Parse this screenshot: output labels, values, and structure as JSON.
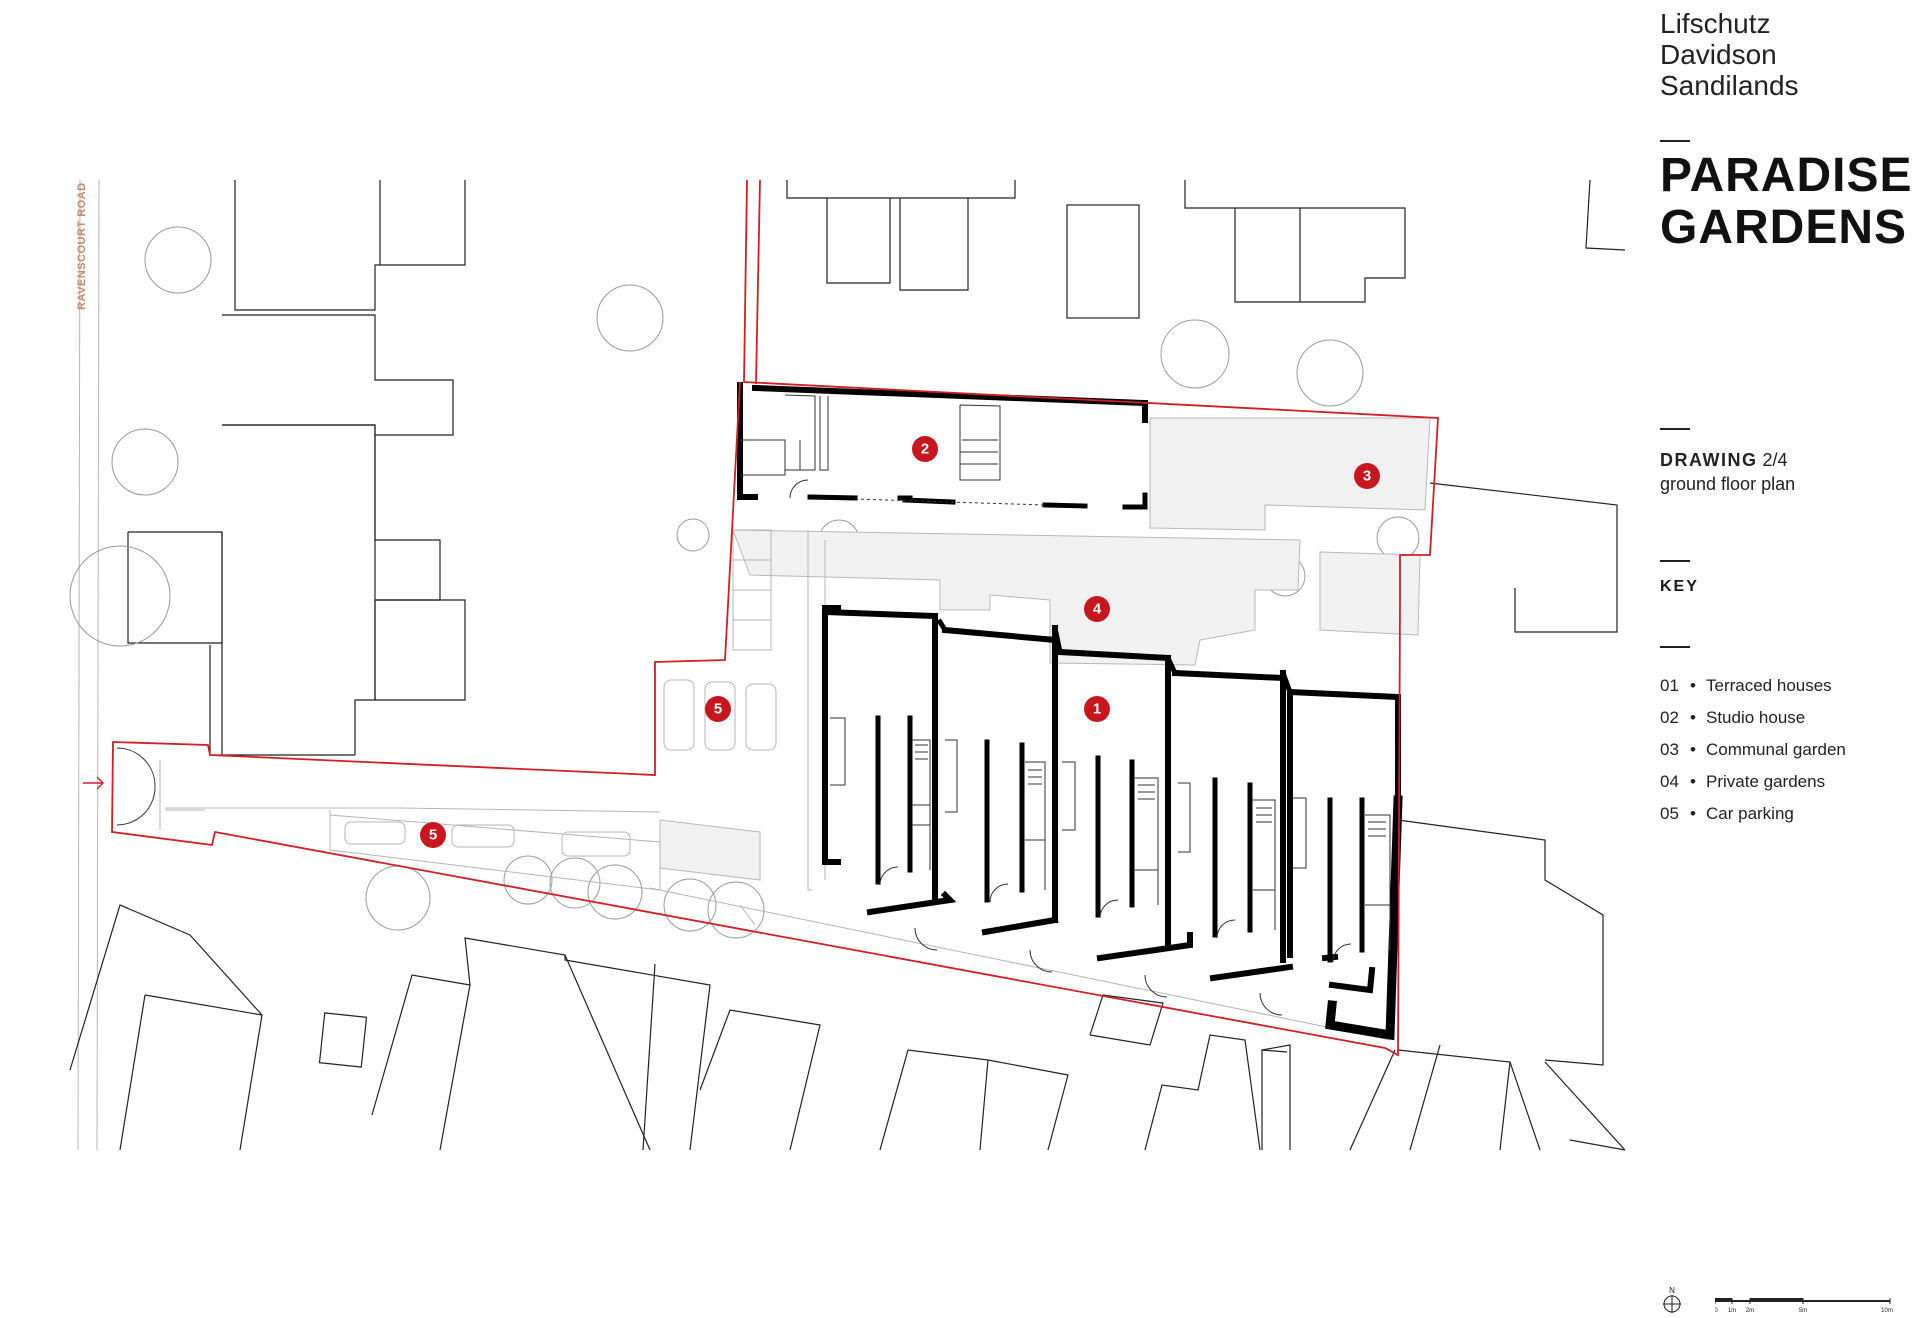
{
  "practice": {
    "lines": [
      "Lifschutz",
      "Davidson",
      "Sandilands"
    ]
  },
  "project": {
    "lines": [
      "PARADISE",
      "GARDENS"
    ]
  },
  "drawing": {
    "label": "DRAWING",
    "number": "2/4",
    "description": "ground floor plan"
  },
  "key": {
    "heading": "KEY",
    "items": [
      {
        "num": "01",
        "bullet": "•",
        "label": "Terraced houses"
      },
      {
        "num": "02",
        "bullet": "•",
        "label": "Studio house"
      },
      {
        "num": "03",
        "bullet": "•",
        "label": "Communal garden"
      },
      {
        "num": "04",
        "bullet": "•",
        "label": "Private gardens"
      },
      {
        "num": "05",
        "bullet": "•",
        "label": "Car parking"
      }
    ]
  },
  "plan": {
    "road_label": "RAVENSCOURT ROAD",
    "north_label": "N",
    "scale_labels": [
      "0",
      "1m",
      "2m",
      "5m",
      "10m"
    ],
    "markers": [
      "1",
      "2",
      "3",
      "4",
      "5",
      "5"
    ],
    "site_boundary_color": "#d21f26",
    "marker_color": "#c8161e"
  }
}
